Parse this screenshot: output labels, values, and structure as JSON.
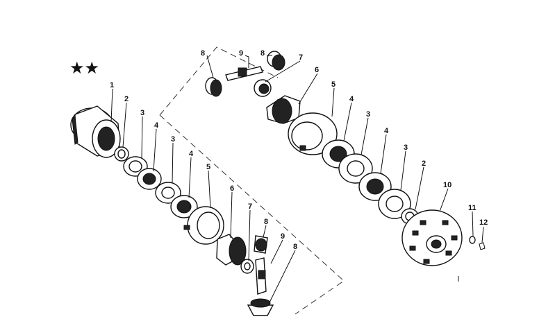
{
  "stars": "★★",
  "callouts": {
    "c1": "1",
    "c2a": "2",
    "c3a": "3",
    "c4a": "4",
    "c3b": "3",
    "c4b": "4",
    "c5a": "5",
    "c6a": "6",
    "c7a": "7",
    "c8a": "8",
    "c9a": "9",
    "c8b": "8",
    "c8c": "8",
    "c9b": "9",
    "c8d": "8",
    "c7b": "7",
    "c6b": "6",
    "c5b": "5",
    "c4c": "4",
    "c3c": "3",
    "c4d": "4",
    "c3d": "3",
    "c2b": "2",
    "c10": "10",
    "c11": "11",
    "c12": "12"
  }
}
